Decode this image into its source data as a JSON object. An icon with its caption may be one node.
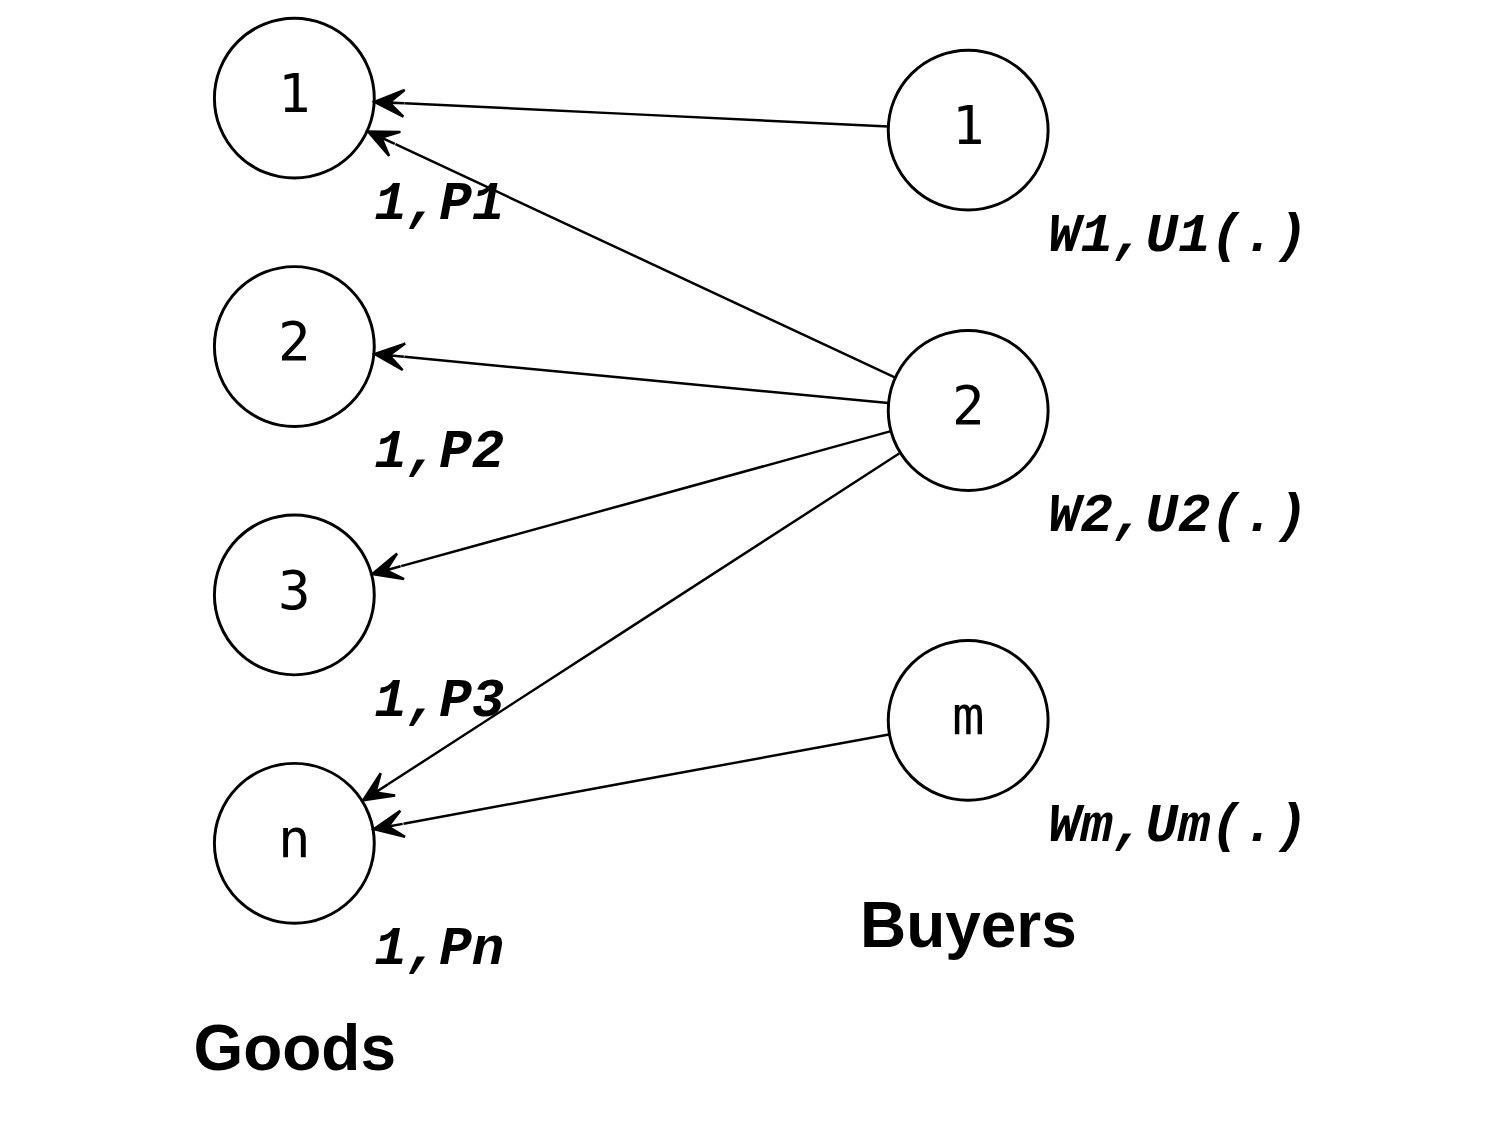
{
  "diagram": {
    "nodes": [
      {
        "text": [
          "1"
        ],
        "beside": [
          "1,P1"
        ]
      },
      {
        "text": [
          "2"
        ],
        "beside": [
          "1,P2"
        ]
      },
      {
        "text": [
          "3"
        ],
        "beside": [
          "1,P3"
        ]
      },
      {
        "text": [
          "n"
        ],
        "beside": [
          "1,Pn"
        ]
      },
      {
        "text": [
          "1"
        ],
        "beside": [
          "W1,U1(.)"
        ]
      },
      {
        "text": [
          "2"
        ],
        "beside": [
          "W2,U2(.)"
        ]
      },
      {
        "text": [
          "m"
        ],
        "beside": [
          "Wm,Um(.)"
        ]
      }
    ],
    "edges": [
      {
        "from": 4,
        "to": 0,
        "arrow": "to"
      },
      {
        "from": 5,
        "to": 0,
        "arrow": "to"
      },
      {
        "from": 5,
        "to": 1,
        "arrow": "to"
      },
      {
        "from": 5,
        "to": 2,
        "arrow": "to"
      },
      {
        "from": 5,
        "to": 3,
        "arrow": "to"
      },
      {
        "from": 6,
        "to": 3,
        "arrow": "to"
      }
    ],
    "labels": [
      "Goods",
      "Buyers"
    ]
  }
}
